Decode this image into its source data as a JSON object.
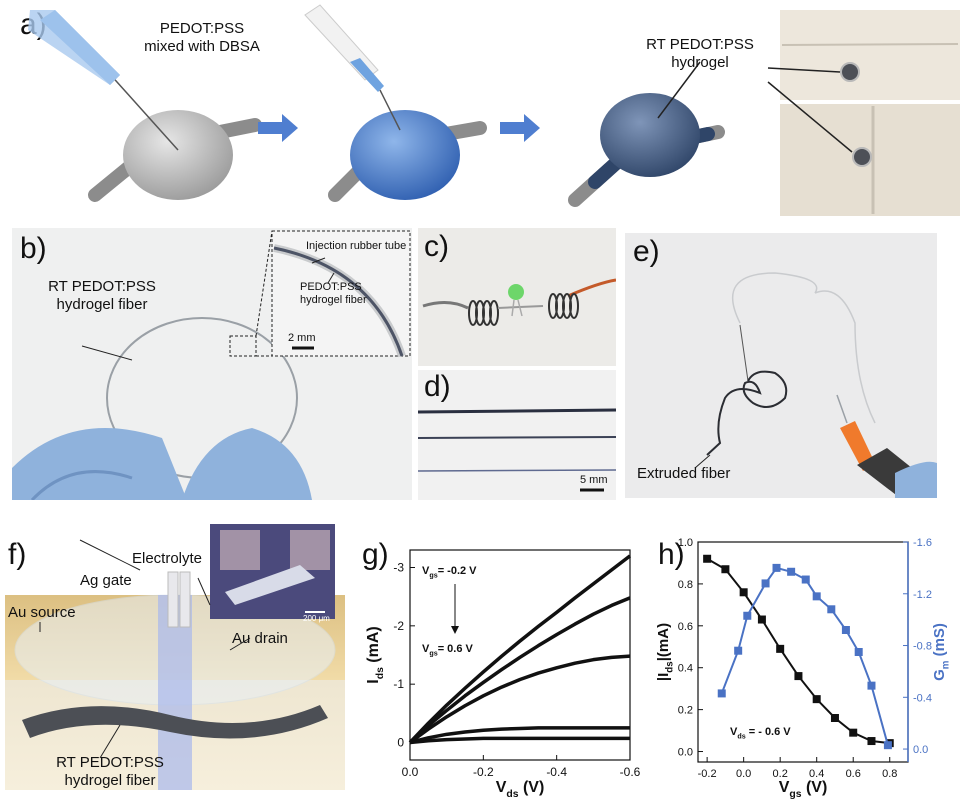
{
  "panels": {
    "a": {
      "label": "a)",
      "text_pedot_dbsa_1": "PEDOT:PSS",
      "text_pedot_dbsa_2": "mixed with DBSA",
      "text_rt_1": "RT PEDOT:PSS",
      "text_rt_2": "hydrogel"
    },
    "b": {
      "label": "b)",
      "text_fiber_1": "RT PEDOT:PSS",
      "text_fiber_2": "hydrogel fiber",
      "inset_tube": "Injection rubber tube",
      "inset_fiber_1": "PEDOT:PSS",
      "inset_fiber_2": "hydrogel fiber",
      "scale": "2 mm"
    },
    "c": {
      "label": "c)"
    },
    "d": {
      "label": "d)",
      "scale": "5 mm"
    },
    "e": {
      "label": "e)",
      "text_extruded": "Extruded fiber"
    },
    "f": {
      "label": "f)",
      "electrolyte": "Electrolyte",
      "ag_gate": "Ag gate",
      "au_source": "Au source",
      "au_drain": "Au drain",
      "fiber_1": "RT PEDOT:PSS",
      "fiber_2": "hydrogel fiber",
      "micro_scale": "200 μm"
    },
    "g": {
      "label": "g)"
    },
    "h": {
      "label": "h)"
    }
  },
  "chart_data": [
    {
      "id": "g",
      "type": "line",
      "xlabel": "V",
      "xlabel_sub": "ds",
      "xlabel_unit": " (V)",
      "ylabel": "I",
      "ylabel_sub": "ds",
      "ylabel_unit": " (mA)",
      "xlim": [
        0.0,
        -0.6
      ],
      "ylim": [
        0.3,
        -3.3
      ],
      "xticks": [
        0.0,
        -0.2,
        -0.4,
        -0.6
      ],
      "xtick_labels": [
        "0.0",
        "-0.2",
        "-0.4",
        "-0.6"
      ],
      "yticks": [
        0,
        -1,
        -2,
        -3
      ],
      "ytick_labels": [
        "0",
        "-1",
        "-2",
        "-3"
      ],
      "annotation_top": "V",
      "annotation_top_sub": "gs",
      "annotation_top_val": "= -0.2 V",
      "annotation_bottom": "V",
      "annotation_bottom_sub": "gs",
      "annotation_bottom_val": "= 0.6 V",
      "x": [
        0.0,
        -0.05,
        -0.1,
        -0.15,
        -0.2,
        -0.25,
        -0.3,
        -0.35,
        -0.4,
        -0.45,
        -0.5,
        -0.55,
        -0.6
      ],
      "series": [
        {
          "values": [
            0,
            -0.33,
            -0.64,
            -0.93,
            -1.21,
            -1.48,
            -1.74,
            -1.99,
            -2.23,
            -2.48,
            -2.72,
            -2.96,
            -3.2
          ]
        },
        {
          "values": [
            0,
            -0.29,
            -0.55,
            -0.8,
            -1.03,
            -1.25,
            -1.46,
            -1.66,
            -1.85,
            -2.03,
            -2.2,
            -2.35,
            -2.48
          ]
        },
        {
          "values": [
            0,
            -0.23,
            -0.44,
            -0.63,
            -0.8,
            -0.95,
            -1.08,
            -1.19,
            -1.28,
            -1.36,
            -1.42,
            -1.46,
            -1.48
          ]
        },
        {
          "values": [
            0,
            -0.08,
            -0.14,
            -0.18,
            -0.21,
            -0.23,
            -0.24,
            -0.25,
            -0.25,
            -0.25,
            -0.25,
            -0.25,
            -0.25
          ]
        },
        {
          "values": [
            0,
            -0.03,
            -0.05,
            -0.06,
            -0.07,
            -0.07,
            -0.07,
            -0.07,
            -0.07,
            -0.07,
            -0.07,
            -0.07,
            -0.07
          ]
        }
      ]
    },
    {
      "id": "h",
      "type": "line",
      "xlabel": "V",
      "xlabel_sub": "gs",
      "xlabel_unit": " (V)",
      "ylabel": "|I",
      "ylabel_sub": "ds",
      "ylabel_unit": "|(mA)",
      "y2label": "G",
      "y2label_sub": "m",
      "y2label_unit": " (mS)",
      "xlim": [
        -0.25,
        0.9
      ],
      "ylim": [
        -0.05,
        1.0
      ],
      "y2lim": [
        0.1,
        -1.6
      ],
      "xticks": [
        -0.2,
        0.0,
        0.2,
        0.4,
        0.6,
        0.8
      ],
      "xtick_labels": [
        "-0.2",
        "0.0",
        "0.2",
        "0.4",
        "0.6",
        "0.8"
      ],
      "yticks": [
        0.0,
        0.2,
        0.4,
        0.6,
        0.8,
        1.0
      ],
      "ytick_labels": [
        "0.0",
        "0.2",
        "0.4",
        "0.6",
        "0.8",
        "1.0"
      ],
      "y2ticks": [
        0.0,
        -0.4,
        -0.8,
        -1.2,
        -1.6
      ],
      "y2tick_labels": [
        "0.0",
        "-0.4",
        "-0.8",
        "-1.2",
        "-1.6"
      ],
      "annotation": "V",
      "annotation_sub": "ds",
      "annotation_val": " = - 0.6 V",
      "series": [
        {
          "axis": "left",
          "color": "#111111",
          "x": [
            -0.2,
            -0.1,
            0.0,
            0.1,
            0.2,
            0.3,
            0.4,
            0.5,
            0.6,
            0.7,
            0.8
          ],
          "values": [
            0.92,
            0.87,
            0.76,
            0.63,
            0.49,
            0.36,
            0.25,
            0.16,
            0.09,
            0.05,
            0.04
          ]
        },
        {
          "axis": "right",
          "color": "#4a72c4",
          "x": [
            -0.12,
            -0.03,
            0.02,
            0.12,
            0.18,
            0.26,
            0.34,
            0.4,
            0.48,
            0.56,
            0.63,
            0.7,
            0.79
          ],
          "values": [
            -0.43,
            -0.76,
            -1.03,
            -1.28,
            -1.4,
            -1.37,
            -1.31,
            -1.18,
            -1.08,
            -0.92,
            -0.75,
            -0.49,
            -0.03
          ]
        }
      ]
    }
  ],
  "colors": {
    "glove": "#8fb2dc",
    "pedot_blue": "#3f6cb8",
    "arrow": "#4f7ed0",
    "gm_blue": "#4a72c4"
  }
}
